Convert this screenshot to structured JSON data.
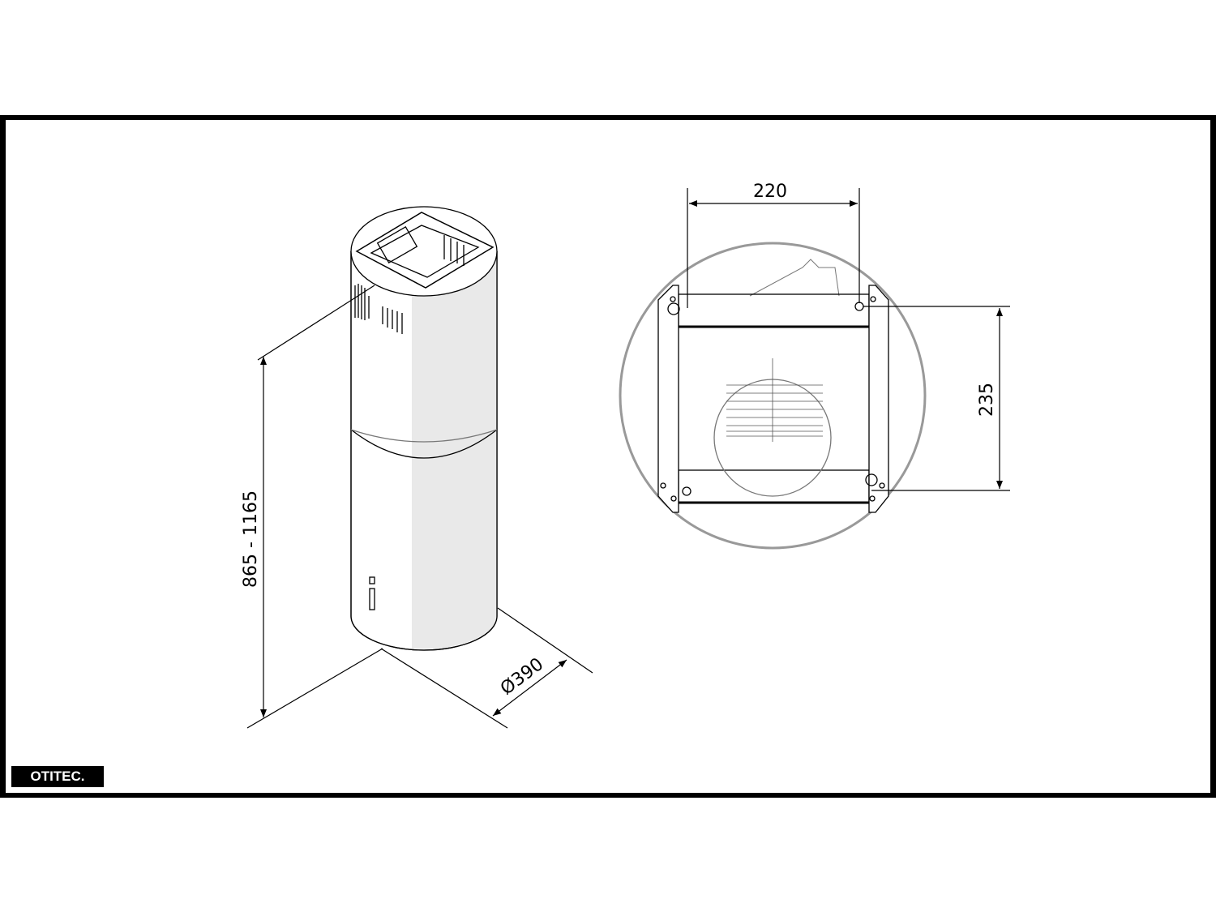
{
  "logo": {
    "text": "OTITEC."
  },
  "side_view": {
    "height_label": "865 - 1165",
    "diameter_label": "Ø390"
  },
  "top_view": {
    "width_label": "220",
    "depth_label": "235"
  },
  "colors": {
    "line": "#000000",
    "outline_gray": "#999999",
    "shade": "#e9e9e9"
  }
}
